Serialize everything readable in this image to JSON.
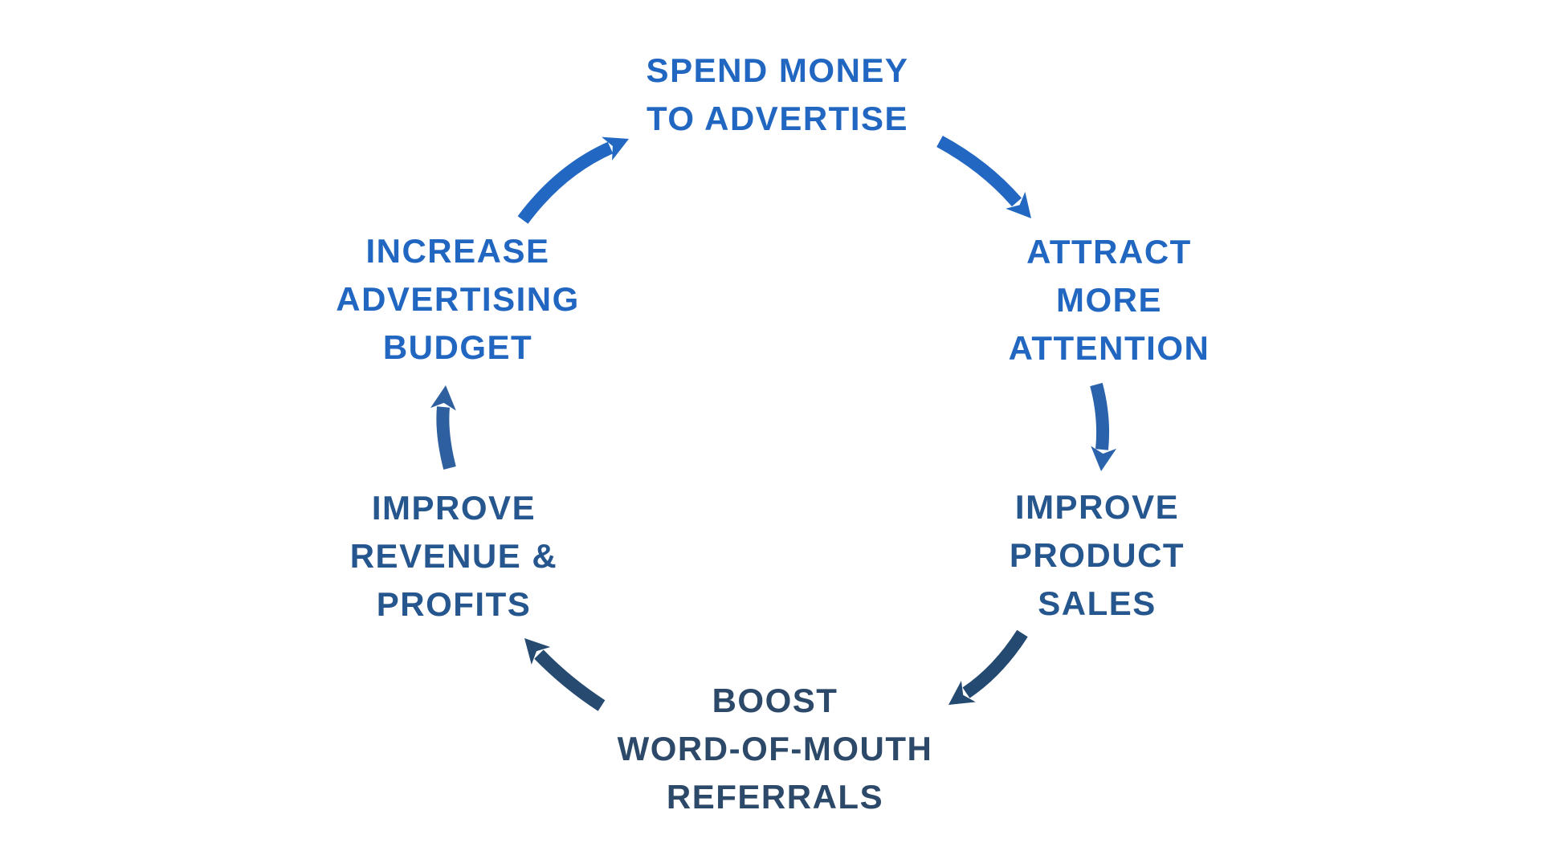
{
  "diagram": {
    "name": "advertising-growth-cycle",
    "background_color": "#ffffff",
    "palette": {
      "bright_blue": "#2166c0",
      "medium_blue": "#26568e",
      "dark_navy": "#2c4969"
    },
    "nodes": [
      {
        "id": "spend-money",
        "position": "top",
        "color": "#2166c0",
        "lines": [
          "SPEND MONEY",
          "TO ADVERTISE"
        ]
      },
      {
        "id": "attract-attention",
        "position": "upper-right",
        "color": "#2166c0",
        "lines": [
          "ATTRACT",
          "MORE",
          "ATTENTION"
        ]
      },
      {
        "id": "improve-sales",
        "position": "lower-right",
        "color": "#26568e",
        "lines": [
          "IMPROVE",
          "PRODUCT",
          "SALES"
        ]
      },
      {
        "id": "boost-referrals",
        "position": "bottom",
        "color": "#2c4969",
        "lines": [
          "BOOST",
          "WORD-OF-MOUTH",
          "REFERRALS"
        ]
      },
      {
        "id": "improve-revenue",
        "position": "lower-left",
        "color": "#26568e",
        "lines": [
          "IMPROVE",
          "REVENUE &",
          "PROFITS"
        ]
      },
      {
        "id": "increase-budget",
        "position": "upper-left",
        "color": "#2166c0",
        "lines": [
          "INCREASE",
          "ADVERTISING",
          "BUDGET"
        ]
      }
    ],
    "arrows": [
      {
        "id": "spend-to-attract",
        "from": "spend-money",
        "to": "attract-attention",
        "color": "#2268c2"
      },
      {
        "id": "attract-to-sales",
        "from": "attract-attention",
        "to": "improve-sales",
        "color": "#2a63ac"
      },
      {
        "id": "sales-to-boost",
        "from": "improve-sales",
        "to": "boost-referrals",
        "color": "#254a72"
      },
      {
        "id": "boost-to-revenue",
        "from": "boost-referrals",
        "to": "improve-revenue",
        "color": "#264a70"
      },
      {
        "id": "revenue-to-increase",
        "from": "improve-revenue",
        "to": "increase-budget",
        "color": "#2e5f9f"
      },
      {
        "id": "increase-to-spend",
        "from": "increase-budget",
        "to": "spend-money",
        "color": "#2268c2"
      }
    ]
  }
}
